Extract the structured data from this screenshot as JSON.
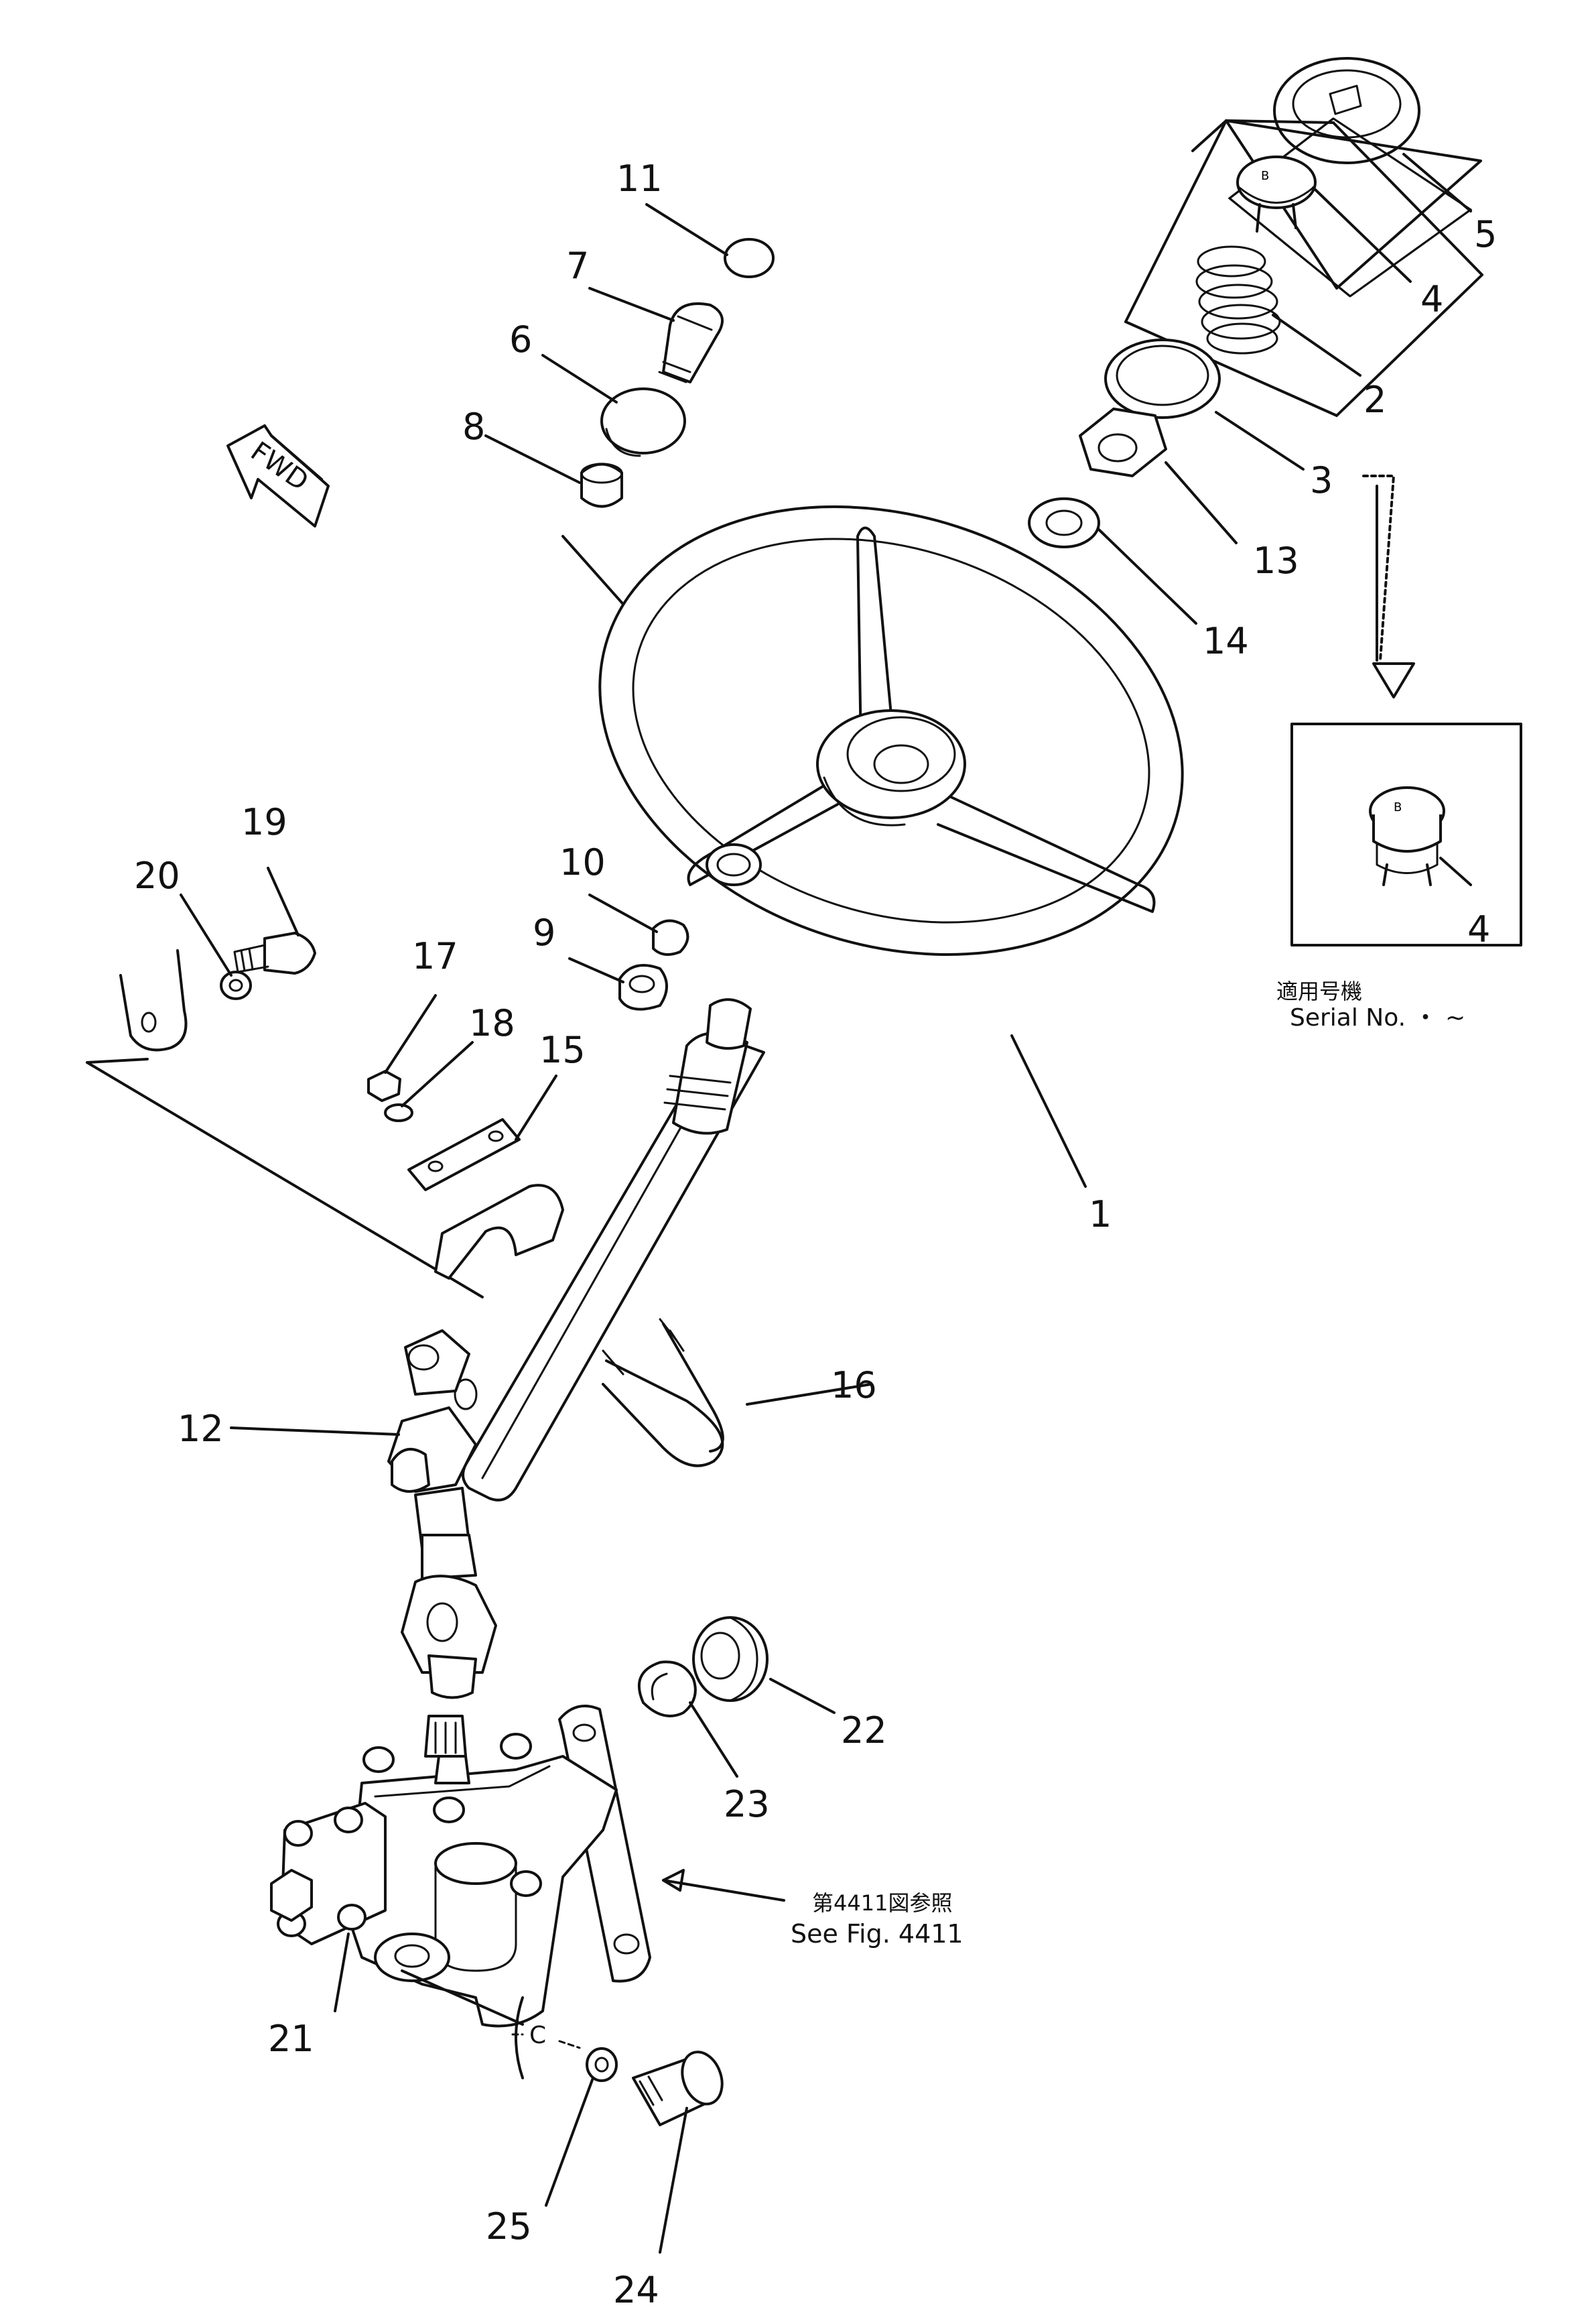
{
  "labels": {
    "fwd": "FWD",
    "centerline_mark": "C"
  },
  "callouts": {
    "c1": "1",
    "c2": "2",
    "c3": "3",
    "c4a": "4",
    "c4b": "4",
    "c5": "5",
    "c6": "6",
    "c7": "7",
    "c8": "8",
    "c9": "9",
    "c10": "10",
    "c11": "11",
    "c12": "12",
    "c13": "13",
    "c14": "14",
    "c15": "15",
    "c16": "16",
    "c17": "17",
    "c18": "18",
    "c19": "19",
    "c20": "20",
    "c21": "21",
    "c22": "22",
    "c23": "23",
    "c24": "24",
    "c25": "25"
  },
  "notes": {
    "serial_jp": "適用号機",
    "serial_en": "Serial No.  ・ ~",
    "ref_jp": "第4411図参照",
    "ref_en": "See Fig. 4411"
  }
}
